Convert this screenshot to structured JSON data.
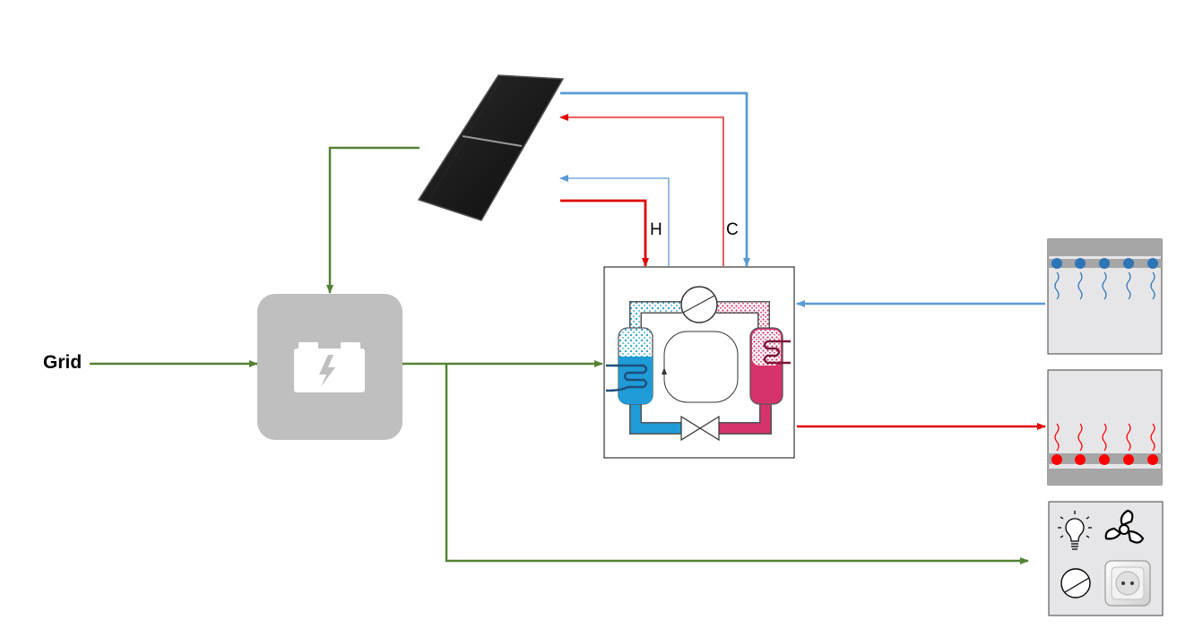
{
  "labels": {
    "grid": "Grid",
    "hot": "H",
    "cold": "C"
  },
  "colors": {
    "power_line": "#548235",
    "hot_line": "#e00000",
    "cold_line": "#5b9bd5",
    "battery_box": "#bfbfbf",
    "panel": "#1a1a1a",
    "evaporator": "#1f9bd7",
    "condenser": "#d6336c",
    "room_bg": "#e6e6e9",
    "room_bar": "#a6a6a6",
    "cold_dot": "#2e75b6",
    "hot_dot": "#ff0000"
  },
  "icons": {
    "pv": "solar-panel-icon",
    "battery": "battery-icon",
    "heat_pump": "heat-pump-cycle-icon",
    "cooling": "cooling-ceiling-icon",
    "heating": "heating-floor-icon",
    "loads": [
      "lightbulb-icon",
      "fan-icon",
      "pump-icon",
      "power-socket-icon"
    ]
  }
}
